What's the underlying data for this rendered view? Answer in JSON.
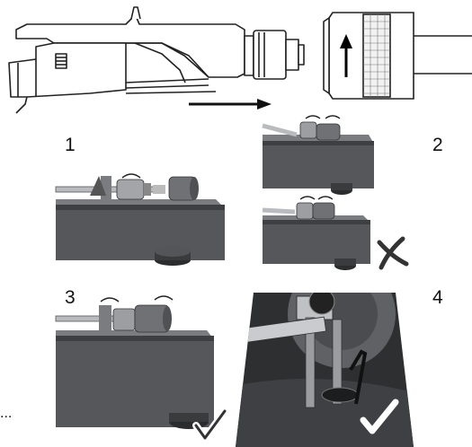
{
  "figure": {
    "steps": [
      {
        "number": "1"
      },
      {
        "number": "2"
      },
      {
        "number": "3"
      },
      {
        "number": "4"
      }
    ],
    "trailing_text": "...",
    "illustrations": {
      "headshell_diagram": "headshell-with-cartridge-icon",
      "counterweight_diagram": "counterweight-with-up-arrow-icon",
      "step1": "tonearm-attach-counterweight",
      "step2_top": "tonearm-tilted-unbalanced",
      "step2_bottom": "tonearm-unbalanced-cross",
      "step3": "tonearm-balanced-check",
      "step4": "arm-rest-clip-check"
    },
    "status_marks": {
      "wrong": "cross-mark-icon",
      "correct": "check-mark-icon"
    }
  }
}
